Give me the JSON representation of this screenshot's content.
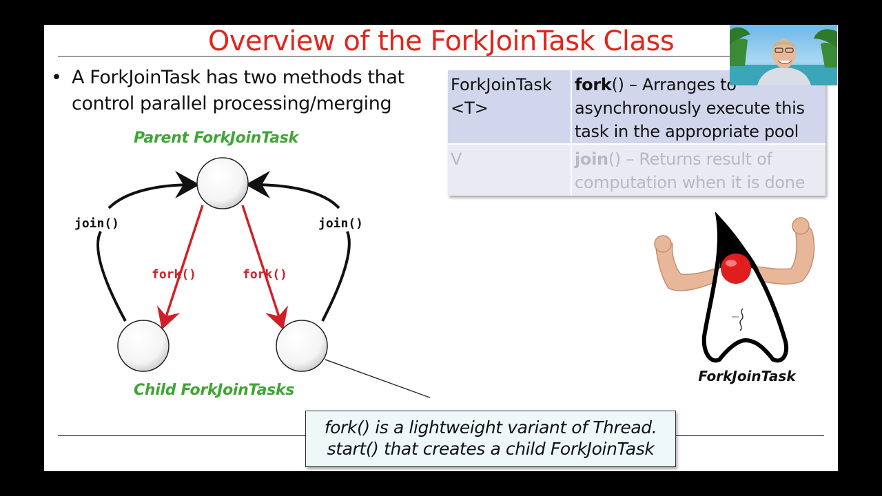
{
  "slide": {
    "title": "Overview of the ForkJoinTask Class",
    "bullet_dot": "•",
    "bullet_line1": "A ForkJoinTask has two methods that",
    "bullet_line2": "control parallel processing/merging"
  },
  "diagram": {
    "parent_label": "Parent ForkJoinTask",
    "child_label": "Child ForkJoinTasks",
    "join_left": "join()",
    "join_right": "join()",
    "fork_left": "fork()",
    "fork_right": "fork()"
  },
  "table": {
    "row1": {
      "type_line1": "ForkJoinTask",
      "type_line2": "<T>",
      "method_name": "fork",
      "method_line1_rest": "() – Arranges to",
      "method_line2": "asynchronously execute this",
      "method_line3": "task in the appropriate pool"
    },
    "row2": {
      "type": "V",
      "method_name": "join",
      "method_line1_rest": "() – Returns result of",
      "method_line2": "computation when it is done"
    }
  },
  "mascot": {
    "label": "ForkJoinTask"
  },
  "callout": {
    "line1": "fork() is a lightweight variant of Thread.",
    "line2": "start() that creates a child ForkJoinTask"
  },
  "colors": {
    "title": "#e0251b",
    "green": "#3fa535",
    "fork_red": "#d02026",
    "table_row1": "#d2d6ec",
    "table_row2": "#e9eaf3",
    "callout_bg": "#eef8f8"
  }
}
